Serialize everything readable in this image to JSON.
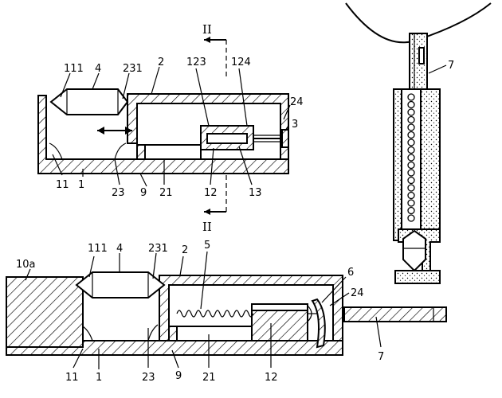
{
  "figure": {
    "section_marker": "II",
    "top_view": {
      "labels": {
        "l111": "111",
        "l4": "4",
        "l231": "231",
        "l2": "2",
        "l123": "123",
        "l124": "124",
        "l24": "24",
        "l3": "3",
        "l11": "11",
        "l1": "1",
        "l23": "23",
        "l9": "9",
        "l21": "21",
        "l12": "12",
        "l13": "13"
      }
    },
    "bottom_view": {
      "labels": {
        "l10a": "10a",
        "l111": "111",
        "l4": "4",
        "l231": "231",
        "l2": "2",
        "l5": "5",
        "l6": "6",
        "l24": "24",
        "l7": "7",
        "l11": "11",
        "l1": "1",
        "l23": "23",
        "l9": "9",
        "l21": "21",
        "l12": "12"
      }
    },
    "probe_view": {
      "labels": {
        "l7": "7"
      }
    }
  }
}
